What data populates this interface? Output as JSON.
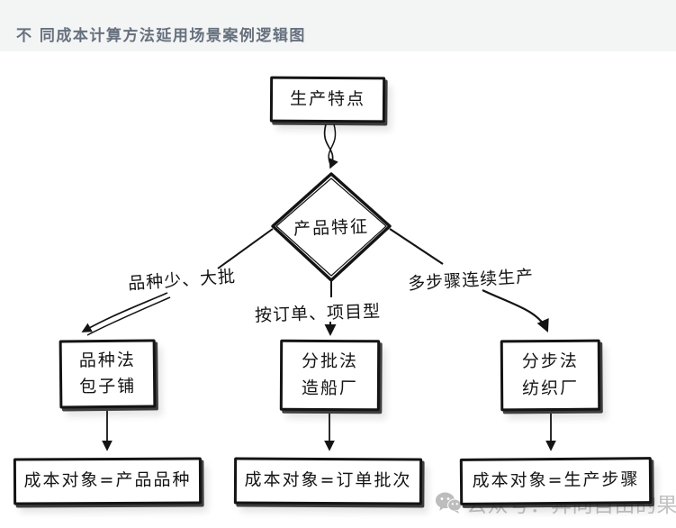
{
  "header": {
    "title": "不 同成本计算方法延用场景案例逻辑图"
  },
  "diagram": {
    "top_box": "生产特点",
    "decision": "产品特征",
    "branches": [
      {
        "label": "品种少、大批",
        "method": "品种法",
        "example": "包子铺",
        "result": "成本对象=产品品种"
      },
      {
        "label": "按订单、项目型",
        "method": "分批法",
        "example": "造船厂",
        "result": "成本对象=订单批次"
      },
      {
        "label": "多步骤连续生产",
        "method": "分步法",
        "example": "纺织厂",
        "result": "成本对象=生产步骤"
      }
    ]
  },
  "watermark": {
    "icon": "wechat-icon",
    "text": "公众号：奔向自由的果"
  },
  "colors": {
    "header_bg": "#f3f4f4",
    "title_text": "#66717e",
    "line": "#141414",
    "box_bg": "#ffffff",
    "watermark_text": "#c4c4c4"
  }
}
